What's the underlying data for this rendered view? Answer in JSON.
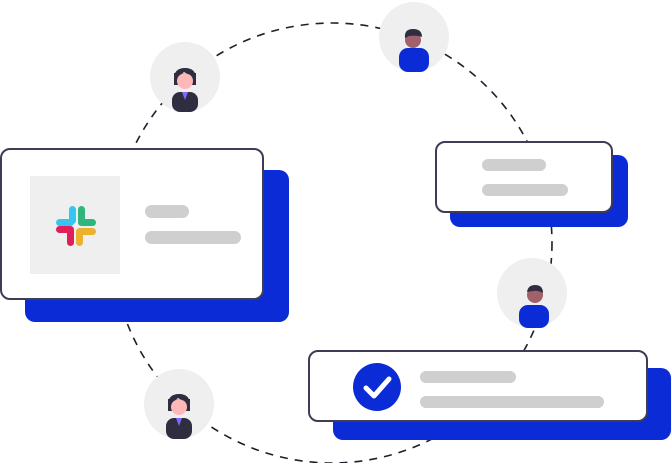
{
  "diagram": {
    "connector_style": "dashed-circle",
    "colors": {
      "accent": "#0a2bd6",
      "outline": "#3f3d56",
      "placeholder": "#cfcfcf",
      "avatar_bg": "#efefef",
      "skin": "#ffb8b8",
      "skin_dark": "#a0616a",
      "hair": "#2f2e41",
      "shirt_purple": "#3f3d56"
    },
    "cards": [
      {
        "id": "slack-card",
        "icon": "slack-logo-icon",
        "placeholder_lines": 2
      },
      {
        "id": "text-card",
        "placeholder_lines": 2
      },
      {
        "id": "check-card",
        "icon": "checkmark-icon",
        "placeholder_lines": 2
      }
    ],
    "avatars": [
      {
        "id": "woman-top-left",
        "icon": "person-icon"
      },
      {
        "id": "man-top",
        "icon": "person-icon"
      },
      {
        "id": "man-right",
        "icon": "person-icon"
      },
      {
        "id": "woman-bottom-left",
        "icon": "person-icon"
      }
    ]
  }
}
